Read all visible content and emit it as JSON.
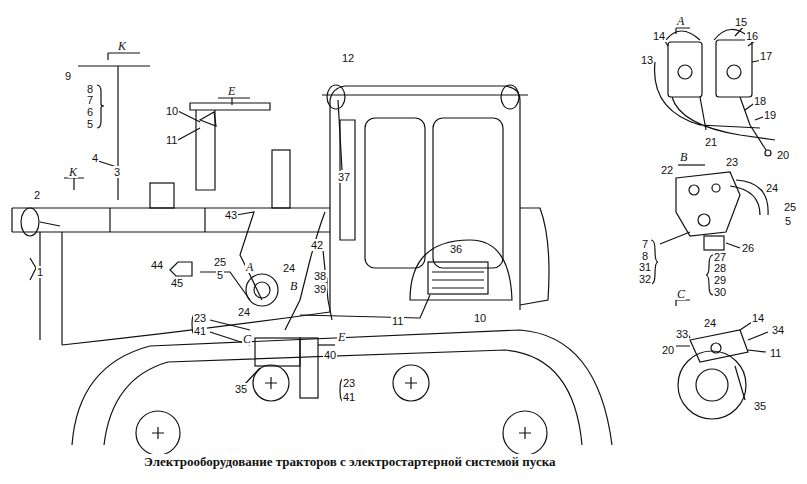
{
  "diagram": {
    "caption": "Электрооборудование тракторов с электростартерной системой пуска",
    "labels": [
      "К",
      "9",
      "8",
      "7",
      "6",
      "5",
      "4",
      "3",
      "К",
      "2",
      "1",
      "Е",
      "10",
      "11",
      "12",
      "37",
      "43",
      "42",
      "36",
      "25",
      "5",
      "44",
      "45",
      "А",
      "24",
      "В",
      "38",
      "39",
      "23",
      "41",
      "24",
      "С",
      "11",
      "10",
      "Е",
      "40",
      "35",
      "23",
      "41",
      "А",
      "14",
      "15",
      "16",
      "17",
      "13",
      "18",
      "19",
      "21",
      "20",
      "В",
      "22",
      "23",
      "24",
      "25",
      "5",
      "7",
      "8",
      "31",
      "32",
      "26",
      "27",
      "28",
      "29",
      "30",
      "С",
      "14",
      "33",
      "24",
      "34",
      "20",
      "11",
      "35"
    ]
  }
}
